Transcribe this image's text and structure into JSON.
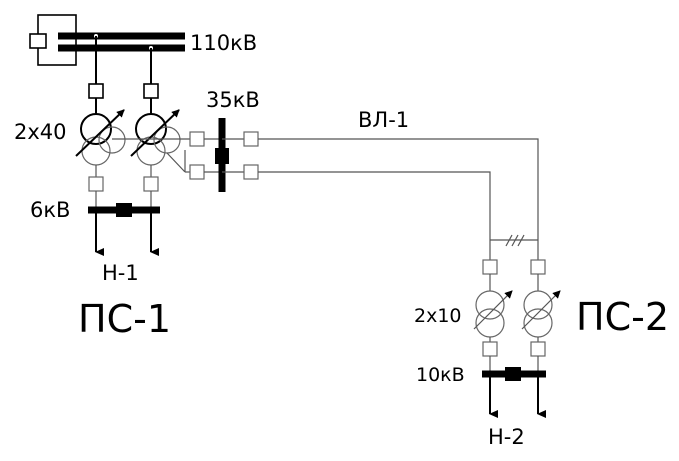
{
  "labels": {
    "hv_bus": "110кВ",
    "mv_bus": "35кВ",
    "line": "ВЛ-1",
    "t1_rating": "2х40",
    "t2_rating": "2х10",
    "lv_bus_1": "6кВ",
    "lv_bus_2": "10кВ",
    "load_1": "Н-1",
    "load_2": "Н-2",
    "substation_1": "ПС-1",
    "substation_2": "ПС-2"
  }
}
